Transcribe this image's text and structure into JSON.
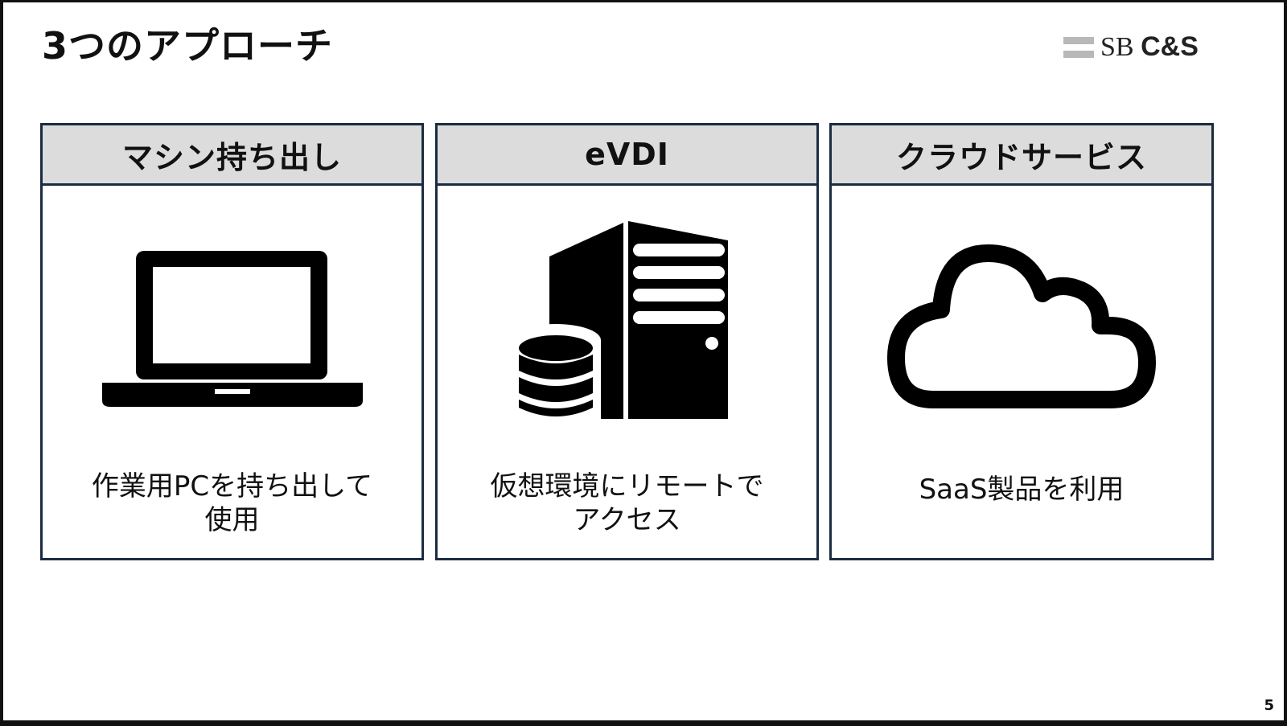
{
  "slide": {
    "title": "3つのアプローチ",
    "logo": {
      "sb": "SB",
      "cs": "C&S"
    },
    "page_number": "5"
  },
  "cards": [
    {
      "heading": "マシン持ち出し",
      "icon": "laptop-icon",
      "text_lines": [
        "作業用PCを持ち出して",
        "使用"
      ]
    },
    {
      "heading": "eVDI",
      "icon": "server-database-icon",
      "text_lines": [
        "仮想環境にリモートで",
        "アクセス"
      ]
    },
    {
      "heading": "クラウドサービス",
      "icon": "cloud-icon",
      "text_lines": [
        "SaaS製品を利用"
      ]
    }
  ],
  "colors": {
    "border": "#1b2c42",
    "header_bg": "#dcdcdc",
    "icon": "#000000"
  }
}
